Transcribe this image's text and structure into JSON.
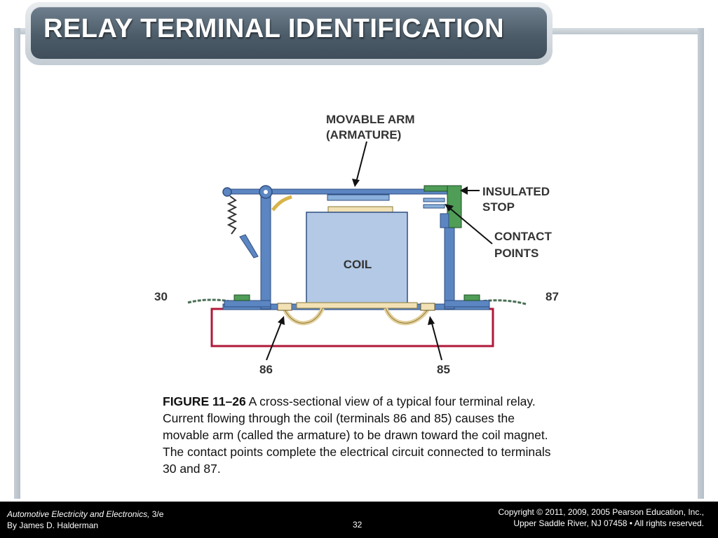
{
  "slide": {
    "title": "RELAY TERMINAL IDENTIFICATION"
  },
  "diagram": {
    "labels": {
      "movable_arm_1": "MOVABLE ARM",
      "movable_arm_2": "(ARMATURE)",
      "insulated_stop_1": "INSULATED",
      "insulated_stop_2": "STOP",
      "contact_points_1": "CONTACT",
      "contact_points_2": "POINTS",
      "coil": "COIL",
      "terminal_30": "30",
      "terminal_87": "87",
      "terminal_86": "86",
      "terminal_85": "85"
    },
    "colors": {
      "frame_blue": "#5b86c2",
      "coil_fill": "#b3c9e6",
      "base_red": "#b0183a",
      "stop_green": "#4f9d57",
      "wire_tan": "#e4cf9a"
    }
  },
  "caption": {
    "figure_label": "FIGURE 11–26",
    "text": " A cross-sectional view of a typical four terminal relay. Current flowing through the coil (terminals 86 and 85) causes the movable arm (called the armature) to be drawn toward the coil magnet. The contact points complete the electrical circuit connected to terminals 30 and 87."
  },
  "footer": {
    "book_title": "Automotive Electricity and Electronics,",
    "edition": " 3/e",
    "author": "By James D. Halderman",
    "page_number": "32",
    "copyright_line1": "Copyright © 2011, 2009, 2005 Pearson Education, Inc.,",
    "copyright_line2": "Upper Saddle River, NJ 07458 • All rights reserved."
  }
}
